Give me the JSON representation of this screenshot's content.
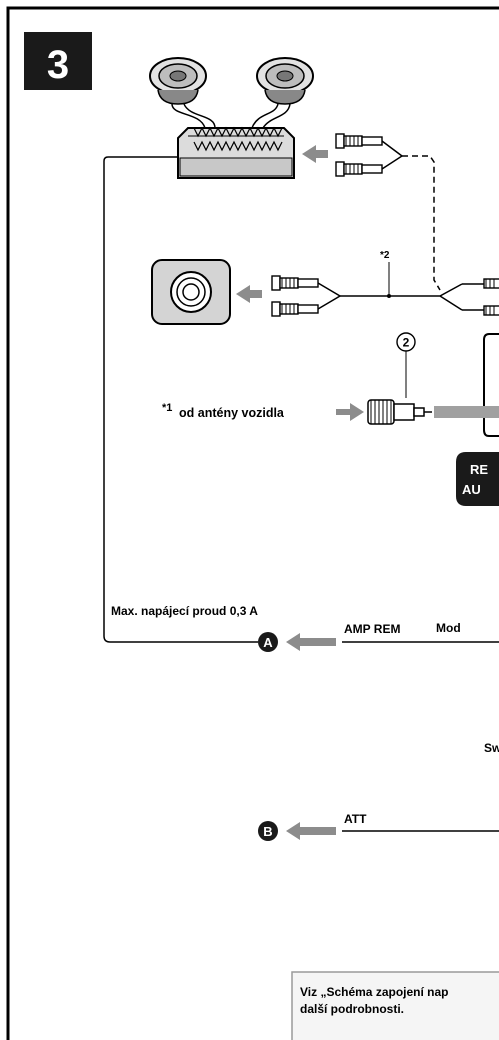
{
  "step_number": "3",
  "labels": {
    "antenna_asterisk": "*1",
    "antenna": "od antény vozidla",
    "note_mark": "*2",
    "connector_num": "2",
    "rem_line1": "RE",
    "rem_line2": "AU",
    "max_current": "Max. napájecí proud 0,3 A",
    "amp_rem": "AMP REM",
    "mod_cut": "Mod",
    "sw_cut": "Sw",
    "att": "ATT",
    "marker_a": "A",
    "marker_b": "B",
    "note_line1": "Viz „Schéma zapojení nap",
    "note_line2": "další podrobnosti."
  },
  "colors": {
    "ink": "#000000",
    "arrow": "#8c8c8c",
    "panel": "#d4d4d4",
    "note_box": "#f5f5f5"
  }
}
